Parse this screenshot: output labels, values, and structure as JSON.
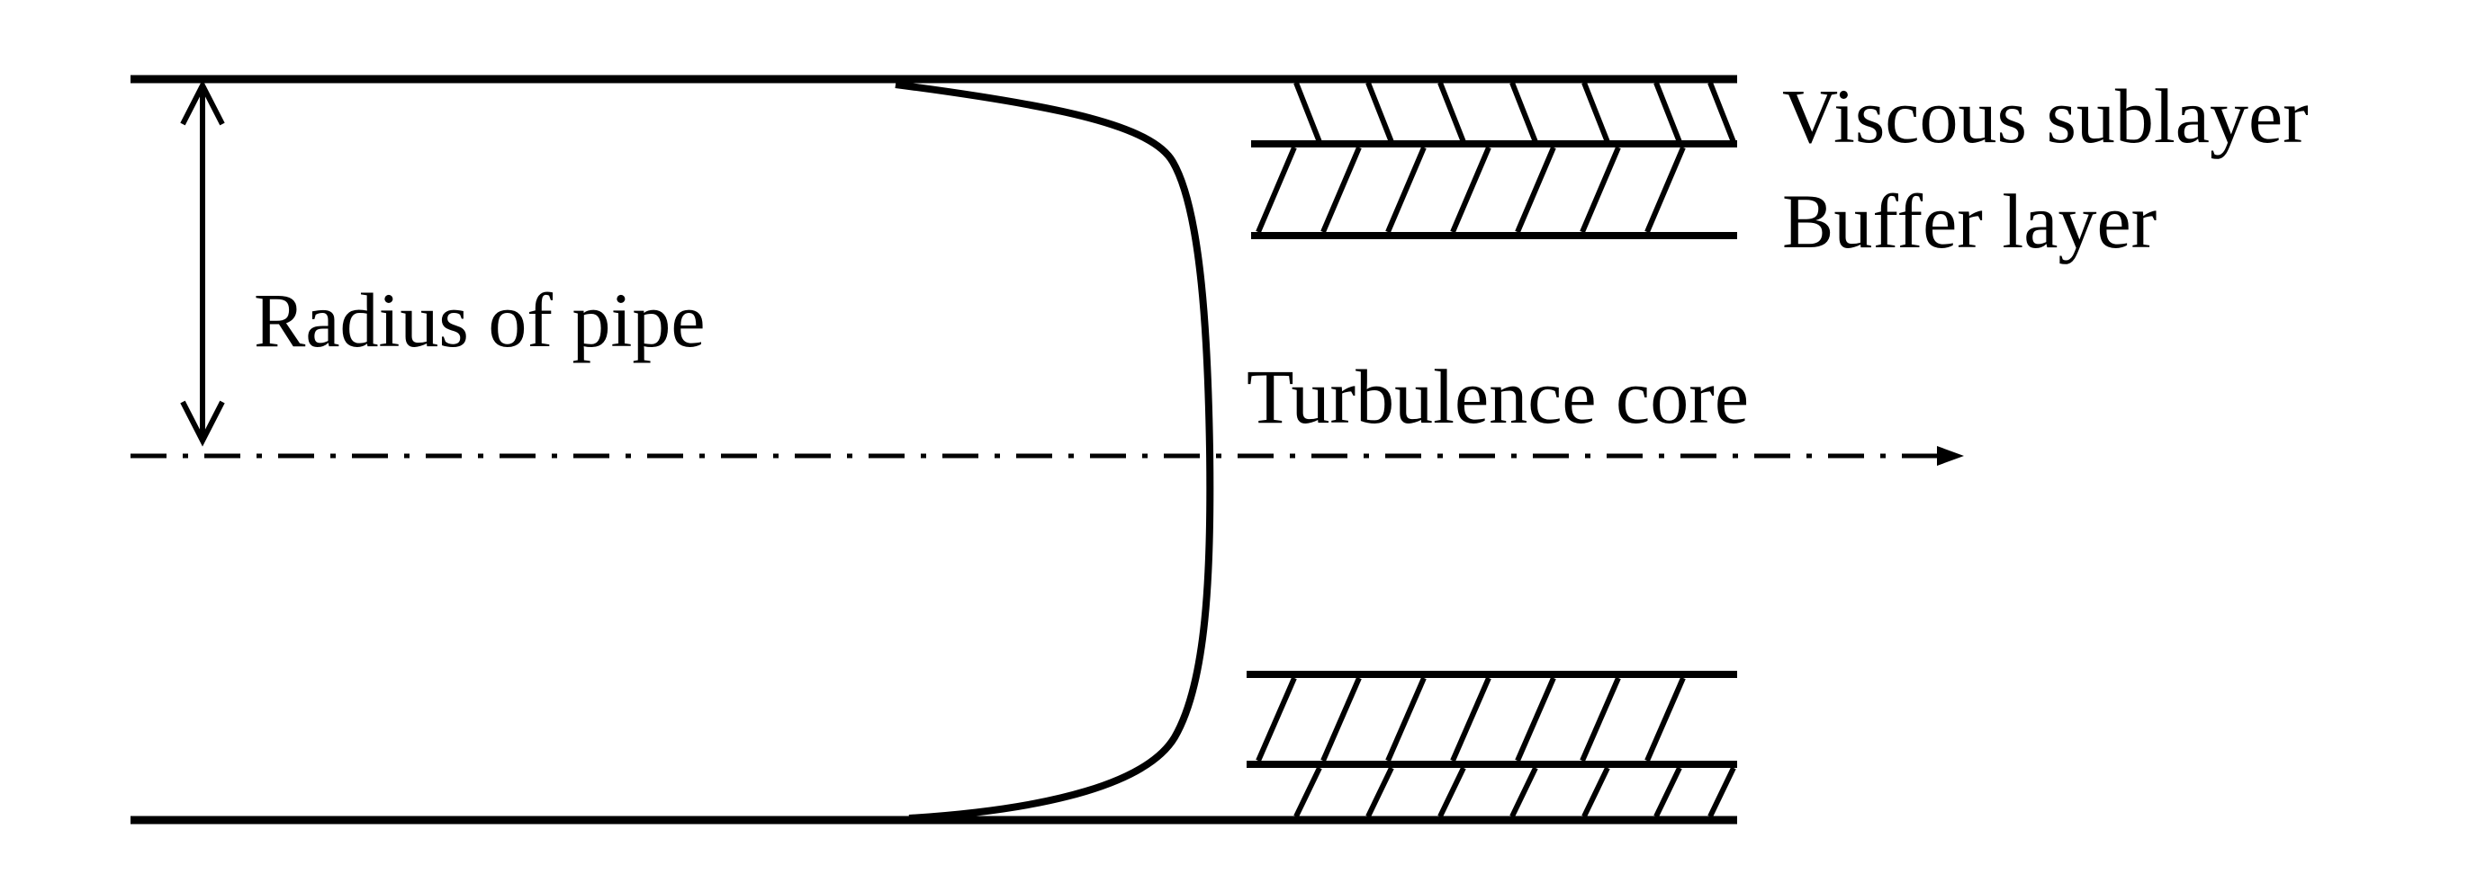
{
  "labels": {
    "radius": "Radius of pipe",
    "viscous": "Viscous sublayer",
    "buffer": "Buffer layer",
    "core": "Turbulence core"
  },
  "colors": {
    "ink": "#000000",
    "background": "#ffffff"
  }
}
